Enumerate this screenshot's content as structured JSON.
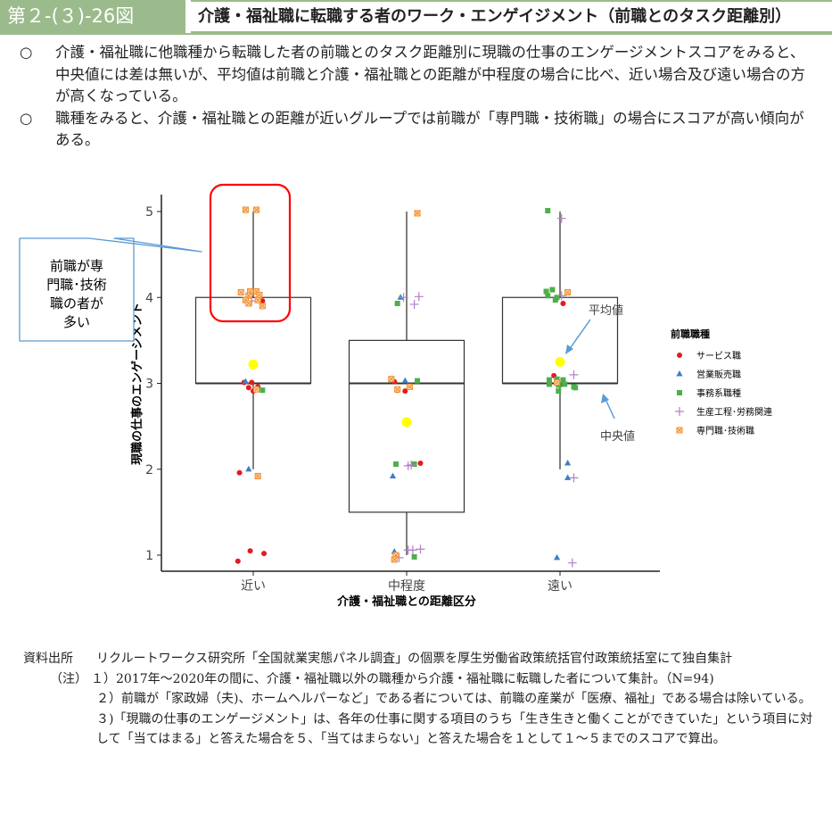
{
  "header": {
    "figure_number": "第２-(３)-26図",
    "title": "介護・福祉職に転職する者のワーク・エンゲイジメント（前職とのタスク距離別）"
  },
  "bullets": [
    {
      "mark": "○",
      "text": "介護・福祉職に他職種から転職した者の前職とのタスク距離別に現職の仕事のエンゲージメントスコアをみると、中央値には差は無いが、平均値は前職と介護・福祉職との距離が中程度の場合に比べ、近い場合及び遠い場合の方が高くなっている。"
    },
    {
      "mark": "○",
      "text": "職種をみると、介護・福祉職との距離が近いグループでは前職が「専門職・技術職」の場合にスコアが高い傾向がある。"
    }
  ],
  "callout": {
    "line1": "前職が専",
    "line2": "門職･技術",
    "line3": "職の者が",
    "line4": "多い"
  },
  "annotations": {
    "mean": "平均値",
    "median": "中央値"
  },
  "colors": {
    "service": "#e41a1c",
    "sales": "#3b7fc4",
    "office": "#4daf4a",
    "production": "#b57fc9",
    "professional": "#f28e2b",
    "mean": "#ffff00",
    "highlight": "#ff0000",
    "callout": "#5b9bd5",
    "header": "#9cbb8c"
  },
  "chart_data": {
    "type": "box-jitter",
    "xlabel": "介護・福祉職との距離区分",
    "ylabel": "現職の仕事のエンゲージメント",
    "ylim": [
      0.85,
      5.2
    ],
    "yticks": [
      "1",
      "2",
      "3",
      "4",
      "5"
    ],
    "categories": [
      "近い",
      "中程度",
      "遠い"
    ],
    "boxes": [
      {
        "whisker_low": 2,
        "q1": 3,
        "median": 3,
        "q3": 4,
        "whisker_high": 5,
        "mean": 3.22
      },
      {
        "whisker_low": 1,
        "q1": 1.5,
        "median": 3,
        "q3": 3.5,
        "whisker_high": 5,
        "mean": 2.55
      },
      {
        "whisker_low": 2,
        "q1": 3,
        "median": 3,
        "q3": 4,
        "whisker_high": 5,
        "mean": 3.25
      }
    ],
    "legend": {
      "title": "前職職種",
      "position": "right",
      "entries": [
        {
          "key": "service",
          "label": "サービス職"
        },
        {
          "key": "sales",
          "label": "営業販売職"
        },
        {
          "key": "office",
          "label": "事務系職種"
        },
        {
          "key": "production",
          "label": "生産工程･労務関連"
        },
        {
          "key": "professional",
          "label": "専門職･技術職"
        }
      ]
    },
    "points": {
      "service": [
        [
          0,
          0.06,
          3.96
        ],
        [
          0,
          -0.06,
          3.01
        ],
        [
          0,
          -0.01,
          3.01
        ],
        [
          0,
          -0.03,
          2.95
        ],
        [
          0,
          0.03,
          2.96
        ],
        [
          0,
          0,
          2.91
        ],
        [
          0,
          -0.09,
          1.96
        ],
        [
          0,
          -0.02,
          1.05
        ],
        [
          0,
          0.07,
          1.02
        ],
        [
          0,
          -0.1,
          0.93
        ],
        [
          1,
          -0.08,
          3.02
        ],
        [
          1,
          -0.01,
          2.91
        ],
        [
          1,
          0.09,
          2.07
        ],
        [
          1,
          -0.06,
          2.92
        ],
        [
          2,
          0.02,
          3.93
        ],
        [
          2,
          -0.04,
          3.09
        ],
        [
          2,
          0.01,
          2.99
        ]
      ],
      "sales": [
        [
          0,
          -0.05,
          3.02
        ],
        [
          0,
          -0.03,
          2.0
        ],
        [
          1,
          -0.04,
          4.0
        ],
        [
          1,
          -0.01,
          3.03
        ],
        [
          1,
          -0.09,
          1.92
        ],
        [
          1,
          -0.08,
          1.04
        ],
        [
          2,
          0.05,
          2.07
        ],
        [
          2,
          0.05,
          1.9
        ],
        [
          2,
          -0.02,
          0.97
        ]
      ],
      "office": [
        [
          0,
          0.06,
          2.92
        ],
        [
          1,
          -0.06,
          3.93
        ],
        [
          1,
          0.07,
          3.03
        ],
        [
          1,
          -0.07,
          2.06
        ],
        [
          1,
          0.05,
          2.06
        ],
        [
          1,
          0.05,
          0.98
        ],
        [
          2,
          -0.08,
          5.01
        ],
        [
          2,
          -0.09,
          4.07
        ],
        [
          2,
          -0.05,
          4.09
        ],
        [
          2,
          -0.08,
          4.02
        ],
        [
          2,
          -0.02,
          4.0
        ],
        [
          2,
          -0.03,
          3.97
        ],
        [
          2,
          -0.07,
          3.04
        ],
        [
          2,
          -0.02,
          3.05
        ],
        [
          2,
          0.02,
          3.04
        ],
        [
          2,
          -0.07,
          2.99
        ],
        [
          2,
          -0.01,
          2.98
        ],
        [
          2,
          0.03,
          2.99
        ],
        [
          2,
          0.09,
          2.96
        ],
        [
          2,
          -0.01,
          2.91
        ],
        [
          2,
          0.1,
          2.95
        ]
      ],
      "production": [
        [
          0,
          -0.01,
          3.96
        ],
        [
          1,
          -0.02,
          4.0
        ],
        [
          1,
          0.08,
          4.01
        ],
        [
          1,
          0.05,
          3.92
        ],
        [
          1,
          0.03,
          2.05
        ],
        [
          1,
          0.01,
          2.04
        ],
        [
          1,
          0.01,
          1.06
        ],
        [
          1,
          0.04,
          1.06
        ],
        [
          1,
          0.09,
          1.07
        ],
        [
          1,
          -0.05,
          0.97
        ],
        [
          2,
          0.01,
          4.92
        ],
        [
          2,
          0.01,
          4.02
        ],
        [
          2,
          0.09,
          3.1
        ],
        [
          2,
          0.09,
          1.9
        ],
        [
          2,
          0.08,
          0.91
        ]
      ],
      "professional": [
        [
          0,
          -0.05,
          5.02
        ],
        [
          0,
          0.02,
          5.02
        ],
        [
          0,
          -0.08,
          4.06
        ],
        [
          0,
          -0.02,
          4.07
        ],
        [
          0,
          0.02,
          4.07
        ],
        [
          0,
          0.04,
          4.03
        ],
        [
          0,
          -0.03,
          4.02
        ],
        [
          0,
          -0.05,
          3.97
        ],
        [
          0,
          0.03,
          3.97
        ],
        [
          0,
          -0.03,
          3.93
        ],
        [
          0,
          0.06,
          3.9
        ],
        [
          0,
          0.02,
          2.93
        ],
        [
          0,
          0.03,
          1.92
        ],
        [
          1,
          0.07,
          4.98
        ],
        [
          1,
          -0.1,
          3.05
        ],
        [
          1,
          -0.06,
          2.93
        ],
        [
          1,
          0.02,
          2.96
        ],
        [
          1,
          -0.07,
          1.0
        ],
        [
          1,
          -0.08,
          0.95
        ],
        [
          2,
          0.05,
          4.06
        ],
        [
          2,
          -0.02,
          3.01
        ]
      ]
    }
  },
  "notes": {
    "source_label": "資料出所",
    "source_text": "リクルートワークス研究所「全国就業実態パネル調査」の個票を厚生労働省政策統括官付政策統括室にて独自集計",
    "note_label": "（注）",
    "items": [
      "１）2017年～2020年の間に、介護・福祉職以外の職種から介護・福祉職に転職した者について集計。（N=94)",
      "２）前職が「家政婦（夫)、ホームヘルパーなど」である者については、前職の産業が「医療、福祉」である場合は除いている。",
      "３)「現職の仕事のエンゲージメント」は、各年の仕事に関する項目のうち「生き生きと働くことができていた」という項目に対して「当てはまる」と答えた場合を５、「当てはまらない」と答えた場合を１として１～５までのスコアで算出。"
    ]
  }
}
